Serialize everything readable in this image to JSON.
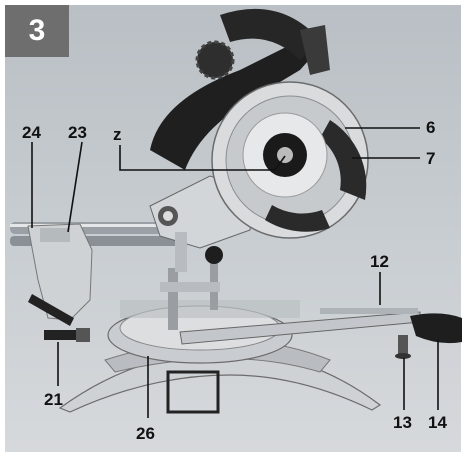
{
  "figure_number": "3",
  "callouts": {
    "c24": "24",
    "c23": "23",
    "cz": "z",
    "c6": "6",
    "c7": "7",
    "c12": "12",
    "c21": "21",
    "c26": "26",
    "c13": "13",
    "c14": "14"
  },
  "colors": {
    "badge": "#6e6e6e",
    "background": "#c4c9cd",
    "machine_metal": "#d7d9db",
    "machine_dark": "#2a2a2a"
  }
}
